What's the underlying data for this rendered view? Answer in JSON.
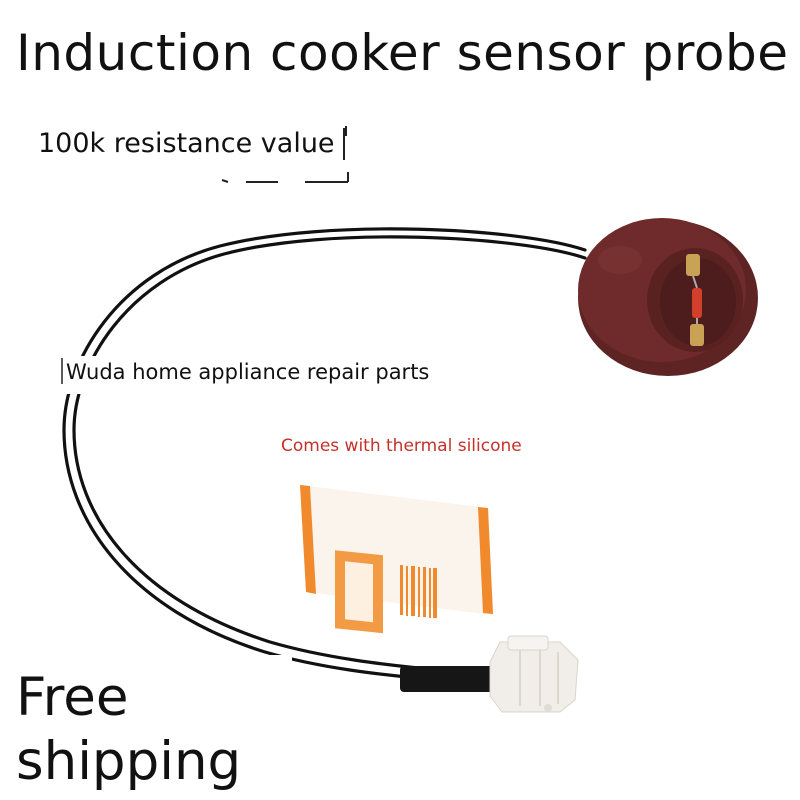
{
  "title": "Induction cooker sensor probe",
  "spec": "100k resistance value",
  "brand": "Wuda home appliance repair parts",
  "note": "Comes with thermal silicone",
  "promo": {
    "line1": "Free",
    "line2": "shipping"
  },
  "colors": {
    "note_red": "#c5312a",
    "probe_brown": "#6b2a2a",
    "packet_orange": "#f08a2c",
    "connector_white": "#f2f0ec",
    "wire_black": "#111111"
  }
}
